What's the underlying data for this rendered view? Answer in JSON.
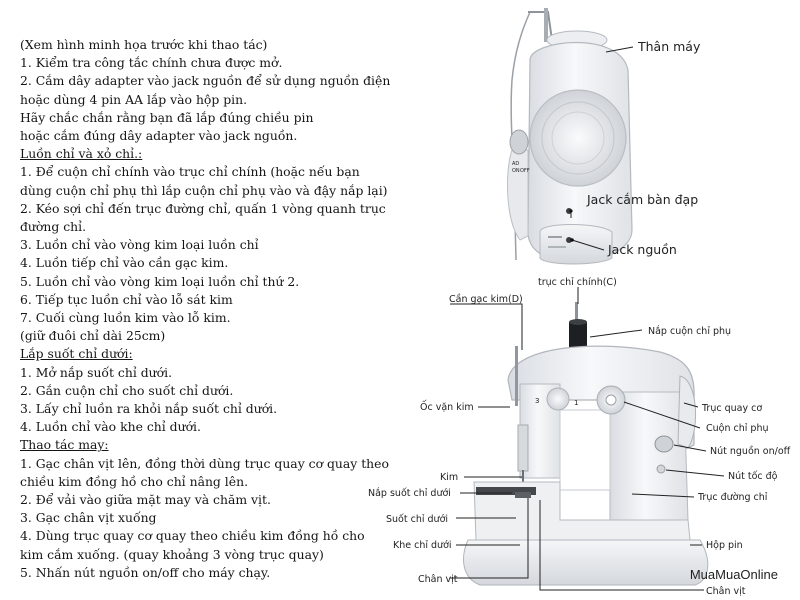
{
  "instructions": {
    "intro": [
      "(Xem hình minh họa trước khi thao tác)",
      "1. Kiểm tra công tắc chính chưa được mở.",
      "2. Cắm dây adapter vào jack nguồn để sử dụng nguồn điện",
      "hoặc dùng 4 pin AA lắp vào hộp pin.",
      "Hãy chắc chắn rằng bạn đã lắp đúng chiều pin",
      "hoặc cắm đúng dây adapter vào jack nguồn."
    ],
    "threading_heading": "Luồn chỉ và xỏ chỉ.:",
    "threading": [
      "1. Để cuộn chỉ chính vào trục chỉ chính (hoặc nếu bạn",
      "dùng cuộn chỉ phụ thì lắp cuộn chỉ phụ vào và đậy nắp lại)",
      "2. Kéo sợi chỉ đến trục đường chỉ, quấn 1 vòng quanh trục",
      "đường chỉ.",
      "3. Luồn chỉ vào vòng kim loại luồn chỉ",
      "4. Luồn tiếp chỉ vào cần gạc kim.",
      "5. Luồn chỉ  vào vòng kim loại luồn chỉ thứ 2.",
      "6. Tiếp tục luồn chỉ vào lỗ sát kim",
      "7. Cuối cùng luồn kim vào lỗ kim.",
      "(giữ đuôi chỉ dài 25cm)"
    ],
    "bobbin_heading": "Lắp suốt chỉ dưới:",
    "bobbin": [
      "1. Mở nắp suốt chỉ dưới.",
      "2. Gắn cuộn chỉ cho suốt chỉ dưới.",
      "3. Lấy chỉ luồn ra khỏi nắp suốt chỉ dưới.",
      "4. Luồn chỉ vào khe chỉ dưới."
    ],
    "sewing_heading": "Thao tác may:",
    "sewing": [
      "1. Gạc chân vịt lên, đồng thời dùng trục quay cơ quay theo",
      "chiều kim đồng hồ cho chỉ nâng lên.",
      "2. Để vải vào giữa mặt may và chăm vịt.",
      "3. Gạc chân vịt xuống",
      "4. Dùng trục quay cơ quay theo chiều kim đồng hồ cho",
      "kim cắm xuống. (quay khoảng 3 vòng trục quay)",
      "5. Nhấn nút nguồn on/off cho máy chạy."
    ]
  },
  "top_diagram": {
    "labels": {
      "body": "Thân máy",
      "pedal_jack": "Jack cắm bàn đạp",
      "power_jack": "Jack nguồn"
    },
    "panel_text": [
      "AD",
      "ON",
      "OFF"
    ]
  },
  "bottom_diagram": {
    "labels": {
      "main_spindle": "trục chỉ chính(C)",
      "needle_lever": "Cần gạc kim(D)",
      "aux_spool_cover": "Nắp cuộn chỉ phụ",
      "screw": "Ốc vặn kim",
      "hand_wheel": "Trục quay cơ",
      "aux_spool": "Cuộn chỉ phụ",
      "power_button": "Nút nguồn on/off",
      "speed_button": "Nút tốc độ",
      "thread_guide": "Trục đường chỉ",
      "needle": "Kim",
      "bobbin_cover": "Nắp suốt chỉ dưới",
      "bobbin": "Suốt chỉ dưới",
      "bobbin_slot": "Khe chỉ dưới",
      "battery_box": "Hộp pin",
      "presser_foot": "Chân vịt",
      "presser_foot_dup": "Chân vịt"
    },
    "dial_numbers": [
      "3",
      "1"
    ]
  },
  "watermark": "MuaMuaOnline"
}
